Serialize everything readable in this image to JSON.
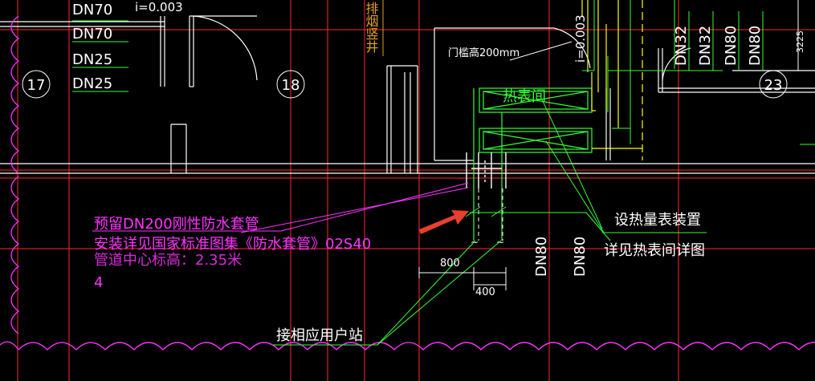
{
  "colors": {
    "background": "#000000",
    "wall": "#ffffff",
    "grid_red": "#ff2a2a",
    "green": "#33ff33",
    "magenta": "#ff33ff",
    "yellow": "#ffff00",
    "arrow_red": "#e8402c",
    "orange_text": "#e0a020"
  },
  "pipe_labels_left": [
    "DN70",
    "DN70",
    "DN25",
    "DN25"
  ],
  "pipe_labels_top_right": [
    "DN32",
    "DN32",
    "DN80",
    "DN80"
  ],
  "pipe_labels_lower": [
    "DN80",
    "DN80"
  ],
  "top_slope_left": "i=0.003",
  "slope_right": "i=0.003",
  "room_numbers": [
    "17",
    "18",
    "23"
  ],
  "threshold_note": "门槛高200mm",
  "heat_meter_room": "热表间",
  "dim_right": "3225",
  "sleeve_note": {
    "line1": "预留DN200刚性防水套管",
    "line2": "安装详见国家标准图集《防水套管》02S40",
    "line3": "管道中心标高：2.35米",
    "line4": "4"
  },
  "meter_callout": {
    "line1": "设热量表装置",
    "line2": "详见热表间详图"
  },
  "station_callout": "接相应用户站",
  "dims": {
    "d800": "800",
    "d400": "400"
  },
  "vertical_text_top": "排烟竖井"
}
